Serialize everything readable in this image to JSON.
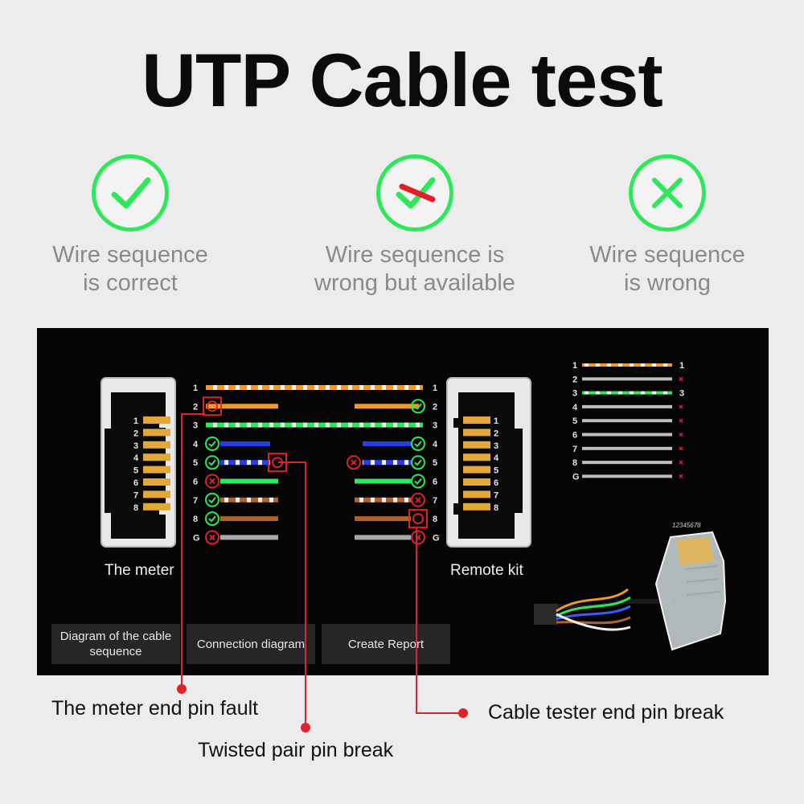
{
  "title": "UTP Cable test",
  "status_legend": [
    {
      "label_1": "Wire sequence",
      "label_2": "is correct",
      "icon": "check-icon"
    },
    {
      "label_1": "Wire sequence is",
      "label_2": "wrong but available",
      "icon": "check-crossed-icon"
    },
    {
      "label_1": "Wire sequence",
      "label_2": "is wrong",
      "icon": "cross-icon"
    }
  ],
  "colors": {
    "ok": "#2ee85a",
    "error": "#e0202a",
    "panel": "#050505"
  },
  "panel": {
    "meter_label": "The meter",
    "remote_label": "Remote kit",
    "pin_labels": [
      "1",
      "2",
      "3",
      "4",
      "5",
      "6",
      "7",
      "8",
      "G"
    ],
    "connector_pins": [
      "1",
      "2",
      "3",
      "4",
      "5",
      "6",
      "7",
      "8"
    ],
    "plug_caption": "12345678",
    "buttons": [
      "Diagram of the cable sequence",
      "Connection diagram",
      "Create Report"
    ]
  },
  "callouts": {
    "meter_fault": "The meter end pin fault",
    "twisted_break": "Twisted pair pin break",
    "tester_break": "Cable tester end pin break"
  }
}
